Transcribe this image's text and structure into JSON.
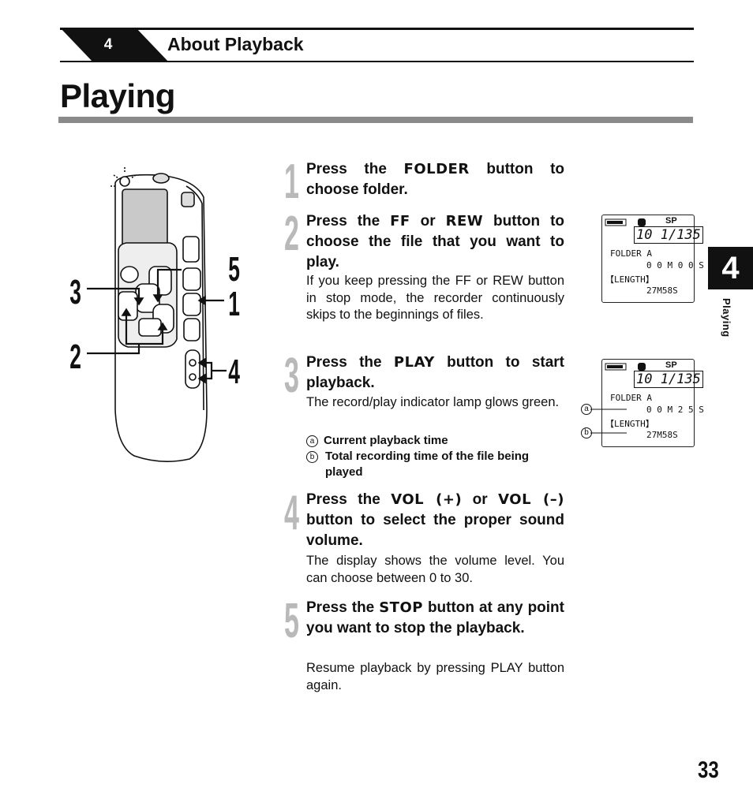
{
  "header": {
    "chapter_number": "4",
    "section_title": "About Playback"
  },
  "page_title": "Playing",
  "steps": [
    {
      "number": "1",
      "head": [
        "Press the ",
        "FOLDER",
        " button to choose folder."
      ]
    },
    {
      "number": "2",
      "head": [
        "Press the ",
        "FF",
        " or ",
        "REW",
        " button to choose the file that you want to play."
      ],
      "body": "If you keep pressing the FF or REW button in stop mode, the recorder continuously skips to the beginnings of files."
    },
    {
      "number": "3",
      "head": [
        "Press the ",
        "PLAY",
        " button to start playback."
      ],
      "body": "The record/play indicator lamp glows green.",
      "callouts": [
        {
          "marker": "a",
          "text": "Current playback time"
        },
        {
          "marker": "b",
          "text": "Total recording time of the file being played"
        }
      ]
    },
    {
      "number": "4",
      "head": [
        "Press the ",
        "VOL (+)",
        " or ",
        "VOL (–)",
        " button to select the proper sound volume."
      ],
      "body": "The display shows the volume level. You can choose between 0 to 30."
    },
    {
      "number": "5",
      "head": [
        "Press the ",
        "STOP",
        " button at any point you want to stop the playback."
      ],
      "body": "Resume playback by pressing PLAY button again."
    }
  ],
  "lcd_1": {
    "mode": "SP",
    "counter": "10 1/135",
    "folder": "FOLDER A",
    "time": "0 0 M 0 0 S",
    "length_label": "【LENGTH】",
    "length": "27M58S"
  },
  "lcd_2": {
    "mode": "SP",
    "counter": "10 1/135",
    "folder": "FOLDER A",
    "time": "0 0 M 2 5 S",
    "length_label": "【LENGTH】",
    "length": "27M58S",
    "marker_a": "a",
    "marker_b": "b"
  },
  "device_labels": {
    "l5": "5",
    "l1": "1",
    "l3": "3",
    "l2": "2",
    "l4": "4"
  },
  "side_tab": {
    "number": "4",
    "label": "Playing"
  },
  "page_number": "33"
}
